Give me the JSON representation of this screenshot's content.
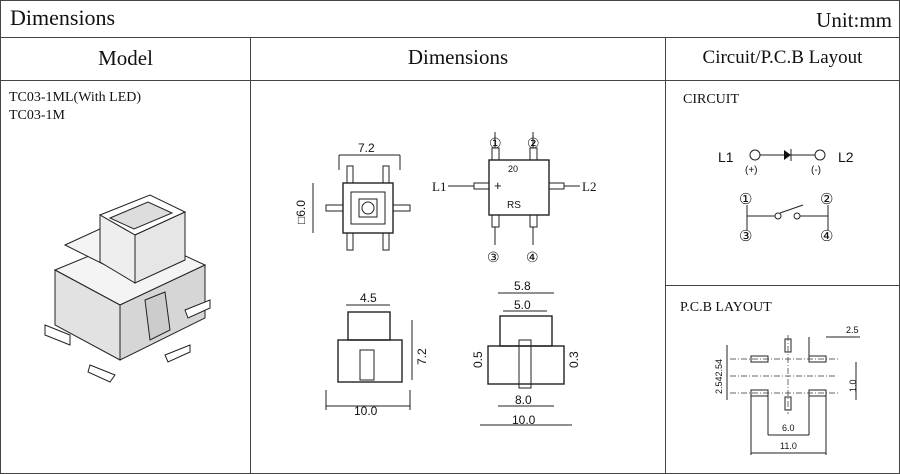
{
  "header": {
    "title": "Dimensions",
    "unit": "Unit:mm"
  },
  "columns": {
    "model": "Model",
    "dimensions": "Dimensions",
    "circuit": "Circuit/P.C.B Layout"
  },
  "models": [
    "TC03-1ML(With LED)",
    "TC03-1M"
  ],
  "drawings": {
    "top_width": "7.2",
    "top_square": "□6.0",
    "pins": [
      "①",
      "②",
      "③",
      "④"
    ],
    "l1": "L1",
    "l2": "L2",
    "mark_20": "20",
    "mark_rs": "RS",
    "side_width_top": "4.5",
    "side_height": "7.2",
    "side_base": "10.0",
    "front_top": "5.8",
    "front_inner": "5.0",
    "front_left": "0.5",
    "front_right": "0.3",
    "front_mid": "8.0",
    "front_base": "10.0"
  },
  "circuit": {
    "title": "CIRCUIT",
    "l1": "L1",
    "l2": "L2",
    "plus": "(+)",
    "minus": "(-)",
    "pins": [
      "①",
      "②",
      "③",
      "④"
    ]
  },
  "pcb": {
    "title": "P.C.B LAYOUT",
    "dim_2_5": "2.5",
    "dim_pitch": "2.542.54",
    "dim_1_0": "1.0",
    "dim_6_0": "6.0",
    "dim_11_0": "11.0"
  }
}
